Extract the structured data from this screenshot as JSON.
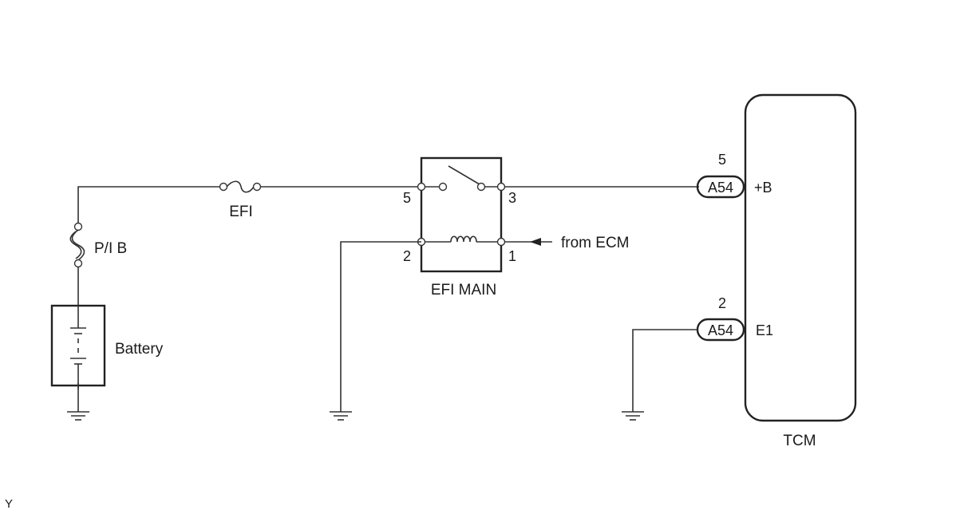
{
  "components": {
    "efi_fuse": "EFI",
    "pib_fuse": "P/I B",
    "battery": "Battery",
    "relay": "EFI MAIN",
    "tcm": "TCM"
  },
  "relay_pins": {
    "pin5": "5",
    "pin3": "3",
    "pin2": "2",
    "pin1": "1"
  },
  "relay_input": "from ECM",
  "connectors": {
    "upper": {
      "id": "A54",
      "pin": "5",
      "terminal": "+B"
    },
    "lower": {
      "id": "A54",
      "pin": "2",
      "terminal": "E1"
    }
  },
  "corner_mark": "Y"
}
